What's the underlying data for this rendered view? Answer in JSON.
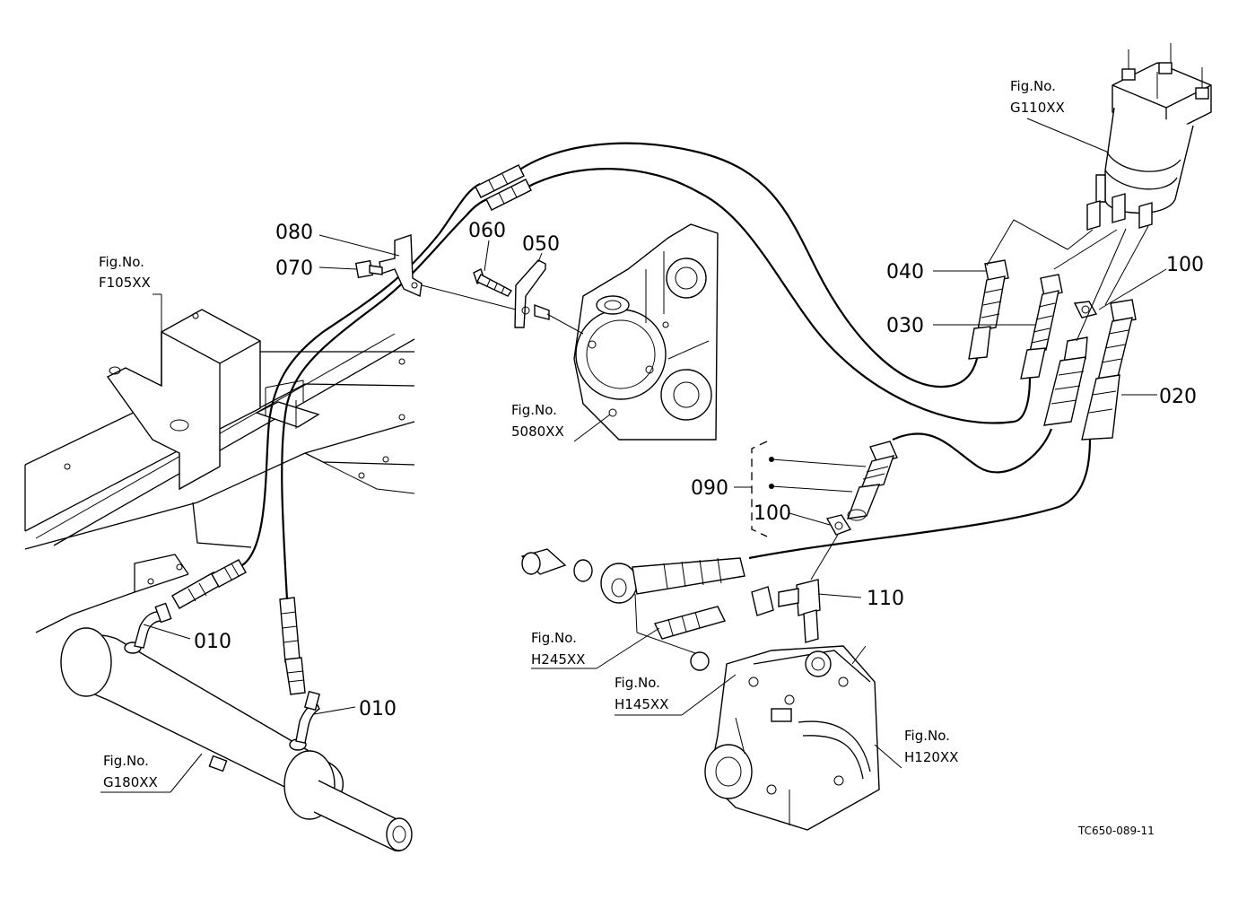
{
  "callouts": {
    "p010": "010",
    "p020": "020",
    "p030": "030",
    "p040": "040",
    "p050": "050",
    "p060": "060",
    "p070": "070",
    "p080": "080",
    "p090": "090",
    "p100": "100",
    "p110": "110"
  },
  "figure_refs": {
    "fig_label": "Fig.No.",
    "f105": "F105XX",
    "g110": "G110XX",
    "g180": "G180XX",
    "h120": "H120XX",
    "h145": "H145XX",
    "h245": "H245XX",
    "r5080": "5080XX"
  },
  "drawing_code": "TC650-089-11"
}
